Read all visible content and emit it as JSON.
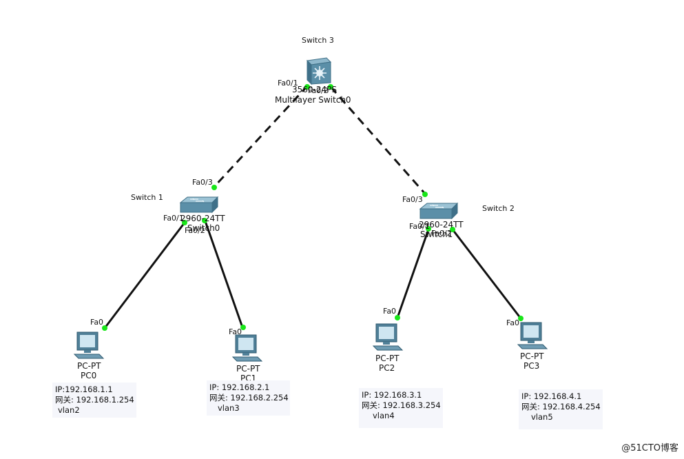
{
  "devices": {
    "switch3": {
      "top_label": "Switch 3",
      "model": "3560-24PS",
      "name": "Multilayer Switch0"
    },
    "switch1": {
      "top_label": "Switch 1",
      "model": "2960-24TT",
      "name": "Switch0"
    },
    "switch2": {
      "top_label": "Switch 2",
      "model": "2960-24TT",
      "name": "Switch1"
    },
    "pc0": {
      "type": "PC-PT",
      "name": "PC0"
    },
    "pc1": {
      "type": "PC-PT",
      "name": "PC1"
    },
    "pc2": {
      "type": "PC-PT",
      "name": "PC2"
    },
    "pc3": {
      "type": "PC-PT",
      "name": "PC3"
    }
  },
  "ports": {
    "s3_fa01": "Fa0/1",
    "s3_fa02": "Fa0/2",
    "s1_fa03": "Fa0/3",
    "s1_fa01": "Fa0/1",
    "s1_fa02": "Fa0/2",
    "s2_fa03": "Fa0/3",
    "s2_fa01": "Fa0/1",
    "s2_fa02": "Fa0/2",
    "pc0_fa0": "Fa0",
    "pc1_fa0": "Fa0",
    "pc2_fa0": "Fa0",
    "pc3_fa0": "Fa0"
  },
  "notes": {
    "pc0": {
      "ip": "IP:192.168.1.1",
      "gw": "网关: 192.168.1.254",
      "vlan": "vlan2"
    },
    "pc1": {
      "ip": "IP:  192.168.2.1",
      "gw": "网关: 192.168.2.254",
      "vlan": "vlan3"
    },
    "pc2": {
      "ip": "IP:  192.168.3.1",
      "gw": "网关: 192.168.3.254",
      "vlan": "vlan4"
    },
    "pc3": {
      "ip": "IP: 192.168.4.1",
      "gw": "网关: 192.168.4.254",
      "vlan": "vlan5"
    }
  },
  "colors": {
    "link": "#111111",
    "port_up": "#19e619",
    "device": "#5b8fa8"
  },
  "watermark": "@51CTO博客"
}
